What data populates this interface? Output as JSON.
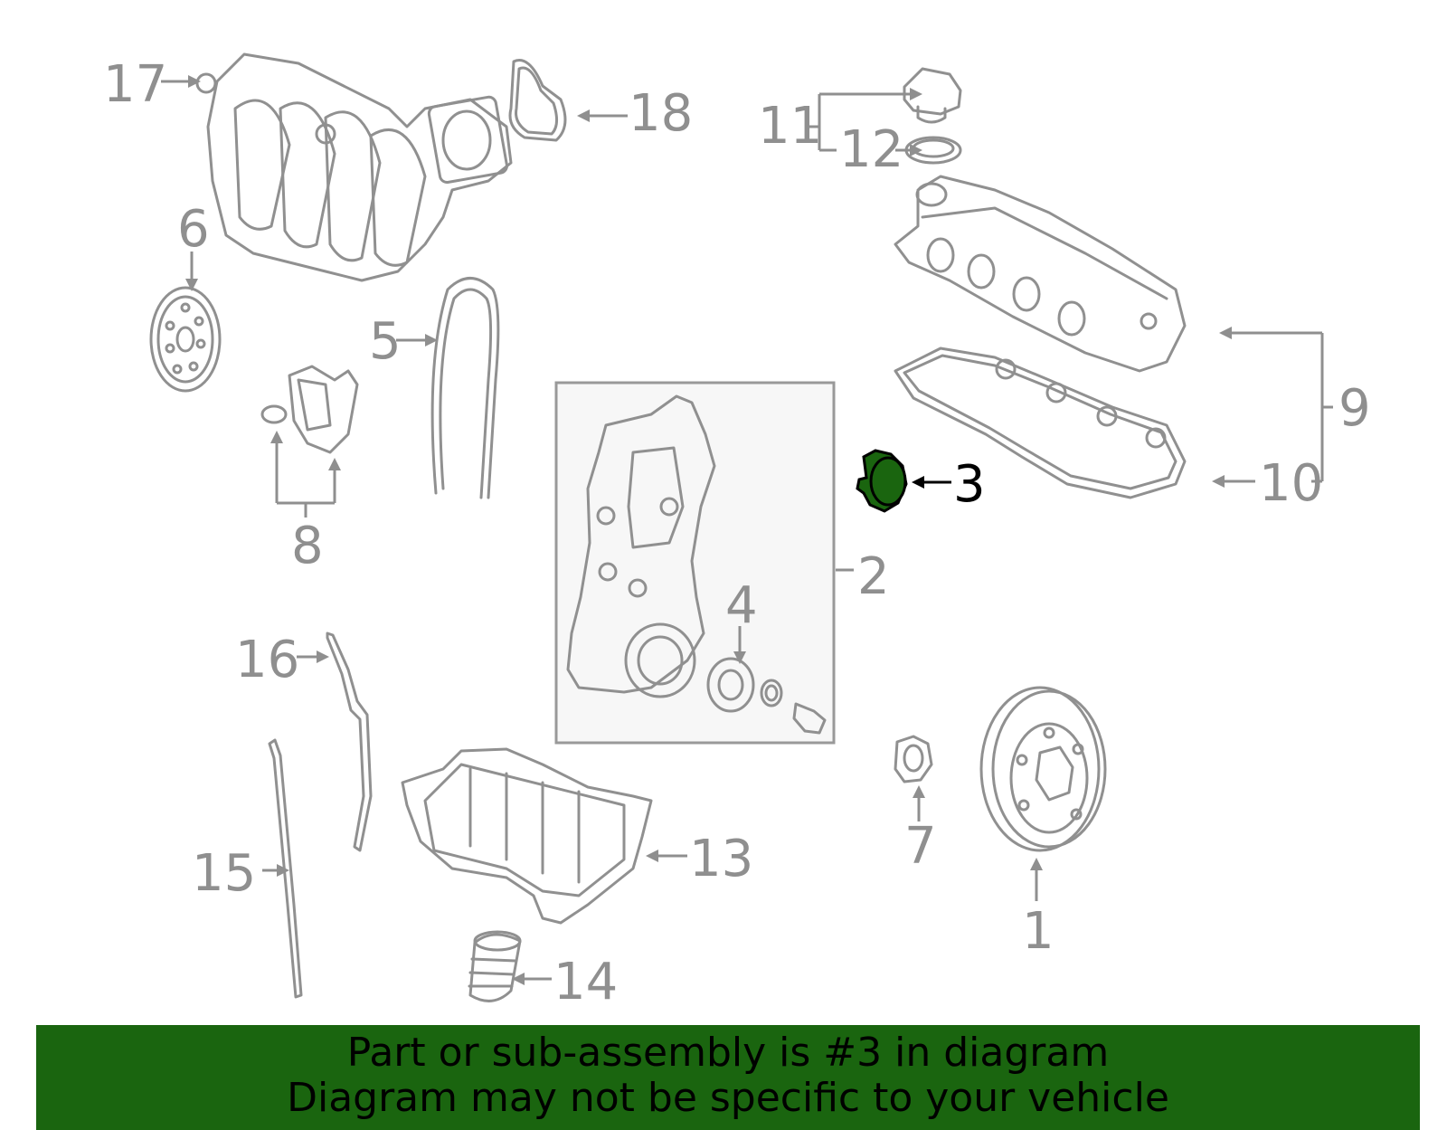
{
  "diagram": {
    "highlighted_part": "3",
    "highlight_color": "#1a650f",
    "line_color": "#909090",
    "callouts": [
      {
        "id": "1",
        "label": "1"
      },
      {
        "id": "2",
        "label": "2"
      },
      {
        "id": "3",
        "label": "3"
      },
      {
        "id": "4",
        "label": "4"
      },
      {
        "id": "5",
        "label": "5"
      },
      {
        "id": "6",
        "label": "6"
      },
      {
        "id": "7",
        "label": "7"
      },
      {
        "id": "8",
        "label": "8"
      },
      {
        "id": "9",
        "label": "9"
      },
      {
        "id": "10",
        "label": "10"
      },
      {
        "id": "11",
        "label": "11"
      },
      {
        "id": "12",
        "label": "12"
      },
      {
        "id": "13",
        "label": "13"
      },
      {
        "id": "14",
        "label": "14"
      },
      {
        "id": "15",
        "label": "15"
      },
      {
        "id": "16",
        "label": "16"
      },
      {
        "id": "17",
        "label": "17"
      },
      {
        "id": "18",
        "label": "18"
      }
    ]
  },
  "banner": {
    "line1": "Part or sub-assembly is #3 in diagram",
    "line2": "Diagram may not be specific to your vehicle",
    "background": "#1a650f"
  }
}
